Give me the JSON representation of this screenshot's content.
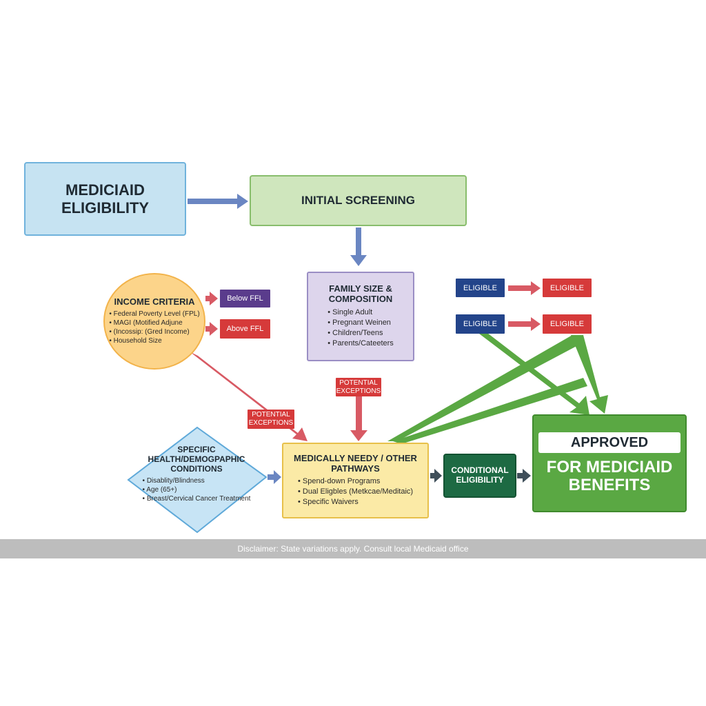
{
  "nodes": {
    "medicaid_eligibility": {
      "title": "MEDICIAID ELIGIBILITY"
    },
    "initial_screening": {
      "title": "INITIAL SCREENING"
    },
    "income_criteria": {
      "title": "INCOME CRITERIA",
      "items": [
        "Federal Poverty Level (FPL)",
        "MAGI (Motified Adjune",
        "(Incossip: (Gred Income)",
        "Household Size"
      ]
    },
    "family_size": {
      "title": "FAMILY SIZE & COMPOSITION",
      "items": [
        "Single Adult",
        "Pregnant Weinen",
        "Children/Teens",
        "Parents/Cateeters"
      ]
    },
    "specific_conditions": {
      "title": "SPECIFIC HEALTH/DEMOGPAPHIC CONDITIONS",
      "items": [
        "Disablity/Blindness",
        "Age (65+)",
        "Breast/Cervical Cancer Treatment"
      ]
    },
    "medically_needy": {
      "title": "MEDICALLY NEEDY / OTHER PATHWAYS",
      "items": [
        "Spend-down Programs",
        "Dual Eligbles (Metkcae/Meditaic)",
        "Specific Waivers"
      ]
    },
    "conditional_eligibility": {
      "title": "CONDITIONAL ELIGIBILITY"
    },
    "approved": {
      "banner": "APPROVED",
      "subtitle": "FOR MEDICIAID BENEFITS"
    }
  },
  "tags": {
    "below_ffl": "Below FFL",
    "above_ffl": "Above FFL",
    "eligible_1_left": "ELIGIBLE",
    "eligible_1_right": "ELIGIBLE",
    "eligible_2_left": "ELIGIBLE",
    "eligible_2_right": "ELIGIBLE",
    "potential_exceptions_1": "POTENTIAL EXCEPTIONS",
    "potential_exceptions_2": "POTENTIAL EXCEPTIONS"
  },
  "disclaimer": "Disclaimer: State variations apply. Consult local Medicaid office",
  "colors": {
    "blue_arrow": "#6a86c2",
    "red_arrow": "#d85a64",
    "green_arrow": "#5aa843",
    "dark_arrow": "#3f4f5a",
    "approved_green": "#5aa843",
    "conditional_green": "#1d6a43"
  }
}
